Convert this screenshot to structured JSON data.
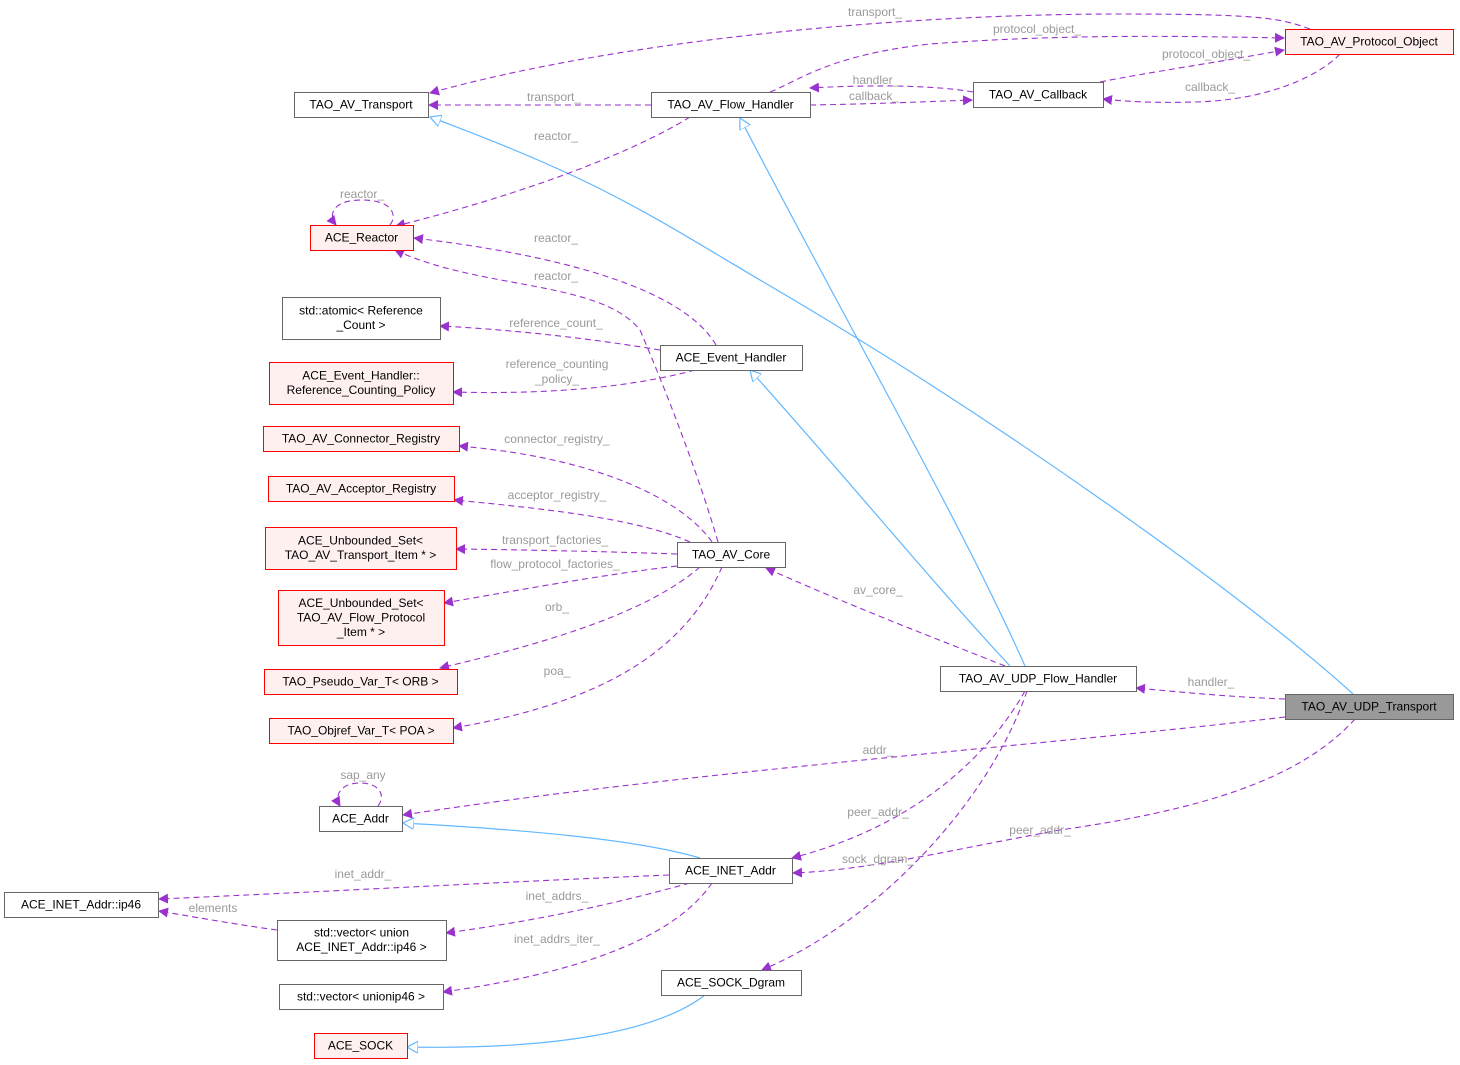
{
  "colors": {
    "usage_edge": "#9a32cd",
    "inherit_edge": "#63b8ff",
    "label": "#9a9a9a",
    "normal_border": "#666666",
    "normal_fill": "#ffffff",
    "incomplete_border": "#ff0000",
    "incomplete_fill": "#fff0f0",
    "focus_border": "#666666",
    "focus_fill": "#999999"
  },
  "nodes": {
    "protocol_object": {
      "lines": [
        "TAO_AV_Protocol_Object"
      ],
      "style": "incomplete"
    },
    "transport": {
      "lines": [
        "TAO_AV_Transport"
      ],
      "style": "normal"
    },
    "flow_handler": {
      "lines": [
        "TAO_AV_Flow_Handler"
      ],
      "style": "normal"
    },
    "callback": {
      "lines": [
        "TAO_AV_Callback"
      ],
      "style": "normal"
    },
    "reactor": {
      "lines": [
        "ACE_Reactor"
      ],
      "style": "incomplete"
    },
    "atomic": {
      "lines": [
        "std::atomic< Reference",
        "_Count >"
      ],
      "style": "normal"
    },
    "event_handler": {
      "lines": [
        "ACE_Event_Handler"
      ],
      "style": "normal"
    },
    "ref_policy": {
      "lines": [
        "ACE_Event_Handler::",
        "Reference_Counting_Policy"
      ],
      "style": "incomplete"
    },
    "connector_registry": {
      "lines": [
        "TAO_AV_Connector_Registry"
      ],
      "style": "incomplete"
    },
    "acceptor_registry": {
      "lines": [
        "TAO_AV_Acceptor_Registry"
      ],
      "style": "incomplete"
    },
    "transport_set": {
      "lines": [
        "ACE_Unbounded_Set<",
        "TAO_AV_Transport_Item * >"
      ],
      "style": "incomplete"
    },
    "core": {
      "lines": [
        "TAO_AV_Core"
      ],
      "style": "normal"
    },
    "flow_set": {
      "lines": [
        "ACE_Unbounded_Set<",
        "TAO_AV_Flow_Protocol",
        "_Item * >"
      ],
      "style": "incomplete"
    },
    "orb_var": {
      "lines": [
        "TAO_Pseudo_Var_T< ORB >"
      ],
      "style": "incomplete"
    },
    "poa_var": {
      "lines": [
        "TAO_Objref_Var_T< POA >"
      ],
      "style": "incomplete"
    },
    "udp_flow_handler": {
      "lines": [
        "TAO_AV_UDP_Flow_Handler"
      ],
      "style": "normal"
    },
    "udp_transport": {
      "lines": [
        "TAO_AV_UDP_Transport"
      ],
      "style": "focus"
    },
    "ace_addr": {
      "lines": [
        "ACE_Addr"
      ],
      "style": "normal"
    },
    "inet_addr": {
      "lines": [
        "ACE_INET_Addr"
      ],
      "style": "normal"
    },
    "ip46": {
      "lines": [
        "ACE_INET_Addr::ip46"
      ],
      "style": "normal"
    },
    "vector_union": {
      "lines": [
        "std::vector< union",
        "ACE_INET_Addr::ip46 >"
      ],
      "style": "normal"
    },
    "vector_unionip46": {
      "lines": [
        "std::vector< unionip46 >"
      ],
      "style": "normal"
    },
    "sock_dgram": {
      "lines": [
        "ACE_SOCK_Dgram"
      ],
      "style": "normal"
    },
    "ace_sock": {
      "lines": [
        "ACE_SOCK"
      ],
      "style": "incomplete"
    }
  },
  "edges": [
    {
      "id": "e1",
      "type": "usage",
      "label": [
        "transport_"
      ]
    },
    {
      "id": "e2",
      "type": "usage",
      "label": [
        "protocol_object_"
      ]
    },
    {
      "id": "e3",
      "type": "usage",
      "label": [
        "protocol_object_"
      ]
    },
    {
      "id": "e4",
      "type": "usage",
      "label": [
        "callback_"
      ]
    },
    {
      "id": "e5",
      "type": "usage",
      "label": [
        "handler_"
      ]
    },
    {
      "id": "e6",
      "type": "usage",
      "label": [
        "callback_"
      ]
    },
    {
      "id": "e7",
      "type": "usage",
      "label": [
        "transport_"
      ]
    },
    {
      "id": "e8",
      "type": "inherit",
      "label": []
    },
    {
      "id": "e9",
      "type": "usage",
      "label": [
        "reactor_"
      ]
    },
    {
      "id": "e10",
      "type": "usage",
      "label": [
        "reactor_"
      ]
    },
    {
      "id": "e11",
      "type": "usage",
      "label": [
        "reactor_"
      ]
    },
    {
      "id": "e12",
      "type": "usage",
      "label": [
        "reactor_"
      ]
    },
    {
      "id": "e13",
      "type": "usage",
      "label": [
        "reference_count_"
      ]
    },
    {
      "id": "e14",
      "type": "usage",
      "label": [
        "reference_counting",
        "_policy_"
      ]
    },
    {
      "id": "e15",
      "type": "usage",
      "label": [
        "connector_registry_"
      ]
    },
    {
      "id": "e16",
      "type": "usage",
      "label": [
        "acceptor_registry_"
      ]
    },
    {
      "id": "e17",
      "type": "usage",
      "label": [
        "transport_factories_"
      ]
    },
    {
      "id": "e18",
      "type": "usage",
      "label": [
        "flow_protocol_factories_"
      ]
    },
    {
      "id": "e19",
      "type": "usage",
      "label": [
        "orb_"
      ]
    },
    {
      "id": "e20",
      "type": "usage",
      "label": [
        "poa_"
      ]
    },
    {
      "id": "e21",
      "type": "inherit",
      "label": []
    },
    {
      "id": "e22",
      "type": "inherit",
      "label": []
    },
    {
      "id": "e23",
      "type": "usage",
      "label": [
        "av_core_"
      ]
    },
    {
      "id": "e24",
      "type": "usage",
      "label": [
        "handler_"
      ]
    },
    {
      "id": "e25",
      "type": "usage",
      "label": [
        "addr_"
      ]
    },
    {
      "id": "e26",
      "type": "usage",
      "label": [
        "sap_any"
      ]
    },
    {
      "id": "e27",
      "type": "inherit",
      "label": []
    },
    {
      "id": "e28",
      "type": "usage",
      "label": [
        "peer_addr_"
      ]
    },
    {
      "id": "e29",
      "type": "usage",
      "label": [
        "peer_addr_"
      ]
    },
    {
      "id": "e30",
      "type": "usage",
      "label": [
        "inet_addr_"
      ]
    },
    {
      "id": "e31",
      "type": "usage",
      "label": [
        "elements"
      ]
    },
    {
      "id": "e32",
      "type": "usage",
      "label": [
        "inet_addrs_"
      ]
    },
    {
      "id": "e33",
      "type": "usage",
      "label": [
        "inet_addrs_iter_"
      ]
    },
    {
      "id": "e34",
      "type": "usage",
      "label": [
        "sock_dgram_"
      ]
    },
    {
      "id": "e35",
      "type": "inherit",
      "label": []
    }
  ]
}
